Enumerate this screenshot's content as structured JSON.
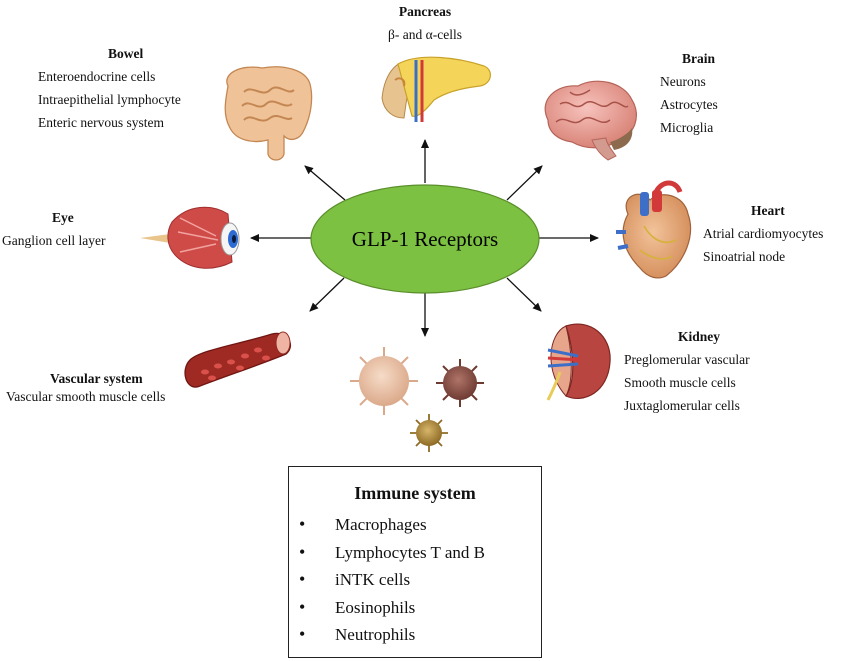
{
  "center": {
    "label": "GLP-1 Receptors",
    "color": "#7dc142"
  },
  "organs": {
    "pancreas": {
      "title": "Pancreas",
      "lines": [
        "β- and α-cells"
      ],
      "icon": "pancreas-icon"
    },
    "bowel": {
      "title": "Bowel",
      "lines": [
        "Enteroendocrine cells",
        "Intraepithelial lymphocyte",
        "Enteric nervous system"
      ],
      "icon": "intestine-icon"
    },
    "brain": {
      "title": "Brain",
      "lines": [
        "Neurons",
        "Astrocytes",
        "Microglia"
      ],
      "icon": "brain-icon"
    },
    "eye": {
      "title": "Eye",
      "lines": [
        "Ganglion cell layer"
      ],
      "icon": "eye-icon"
    },
    "heart": {
      "title": "Heart",
      "lines": [
        "Atrial cardiomyocytes",
        "Sinoatrial node"
      ],
      "icon": "heart-icon"
    },
    "vascular": {
      "title": "Vascular system",
      "lines": [
        "Vascular smooth muscle cells"
      ],
      "icon": "blood-vessel-icon"
    },
    "kidney": {
      "title": "Kidney",
      "lines": [
        "Preglomerular vascular",
        "Smooth muscle cells",
        "Juxtaglomerular cells"
      ],
      "icon": "kidney-icon"
    }
  },
  "immune": {
    "title": "Immune system",
    "items": [
      "Macrophages",
      "Lymphocytes T and B",
      "iNTK cells",
      "Eosinophils",
      "Neutrophils"
    ],
    "icon": "immune-cells-icon"
  }
}
